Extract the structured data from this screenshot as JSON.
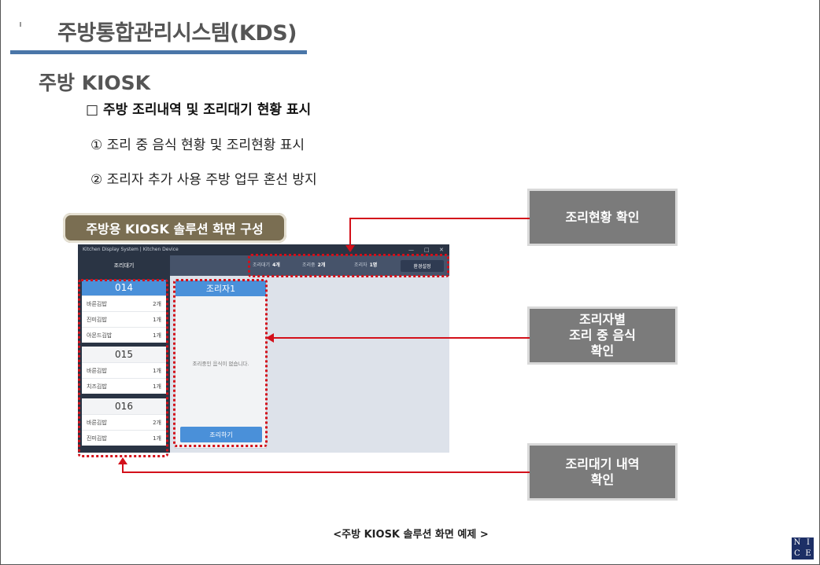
{
  "slide": {
    "title": "주방통합관리시스템(KDS)",
    "subtitle": "주방 KIOSK",
    "heading": "□ 주방 조리내역 및 조리대기 현황 표시",
    "bullets": [
      "① 조리 중 음식 현황 및 조리현황 표시",
      "② 조리자 추가 사용  주방 업무 혼선 방지"
    ],
    "section_label": "주방용 KIOSK 솔루션 화면 구성",
    "caption": "<주방 KIOSK 솔루션 화면 예제 >",
    "logo_letters": [
      "N",
      "I",
      "C",
      "E"
    ]
  },
  "kds": {
    "window_title": "Kitchen Display System | Kitchen Device",
    "window_controls": [
      "—",
      "□",
      "✕"
    ],
    "sidebar_header": "조리대기",
    "stats": [
      {
        "label": "조리대기",
        "value": "4개"
      },
      {
        "label": "조리중",
        "value": "2개"
      },
      {
        "label": "조리자",
        "value": "1명"
      }
    ],
    "settings_button": "환경설정",
    "orders": [
      {
        "number": "014",
        "items": [
          {
            "name": "바른김밥",
            "qty": "2개"
          },
          {
            "name": "진미김밥",
            "qty": "1개"
          },
          {
            "name": "아몬드김밥",
            "qty": "1개"
          }
        ]
      },
      {
        "number": "015",
        "items": [
          {
            "name": "바른김밥",
            "qty": "1개"
          },
          {
            "name": "치즈김밥",
            "qty": "1개"
          }
        ]
      },
      {
        "number": "016",
        "items": [
          {
            "name": "바른김밥",
            "qty": "2개"
          },
          {
            "name": "진미김밥",
            "qty": "1개"
          }
        ]
      }
    ],
    "cook": {
      "name": "조리자1",
      "empty_message": "조리중인 음식이 없습니다.",
      "cook_button": "조리하기"
    }
  },
  "callouts": {
    "status": "조리현황 확인",
    "per_cook": [
      "조리자별",
      "조리 중 음식",
      "확인"
    ],
    "waiting": [
      "조리대기 내역",
      "확인"
    ]
  },
  "colors": {
    "accent_red": "#d3101a",
    "kds_blue": "#4a90d9",
    "title_bar": "#4a76a8",
    "callout_gray": "#7b7b7b",
    "pill_brown": "#7a6e52"
  }
}
